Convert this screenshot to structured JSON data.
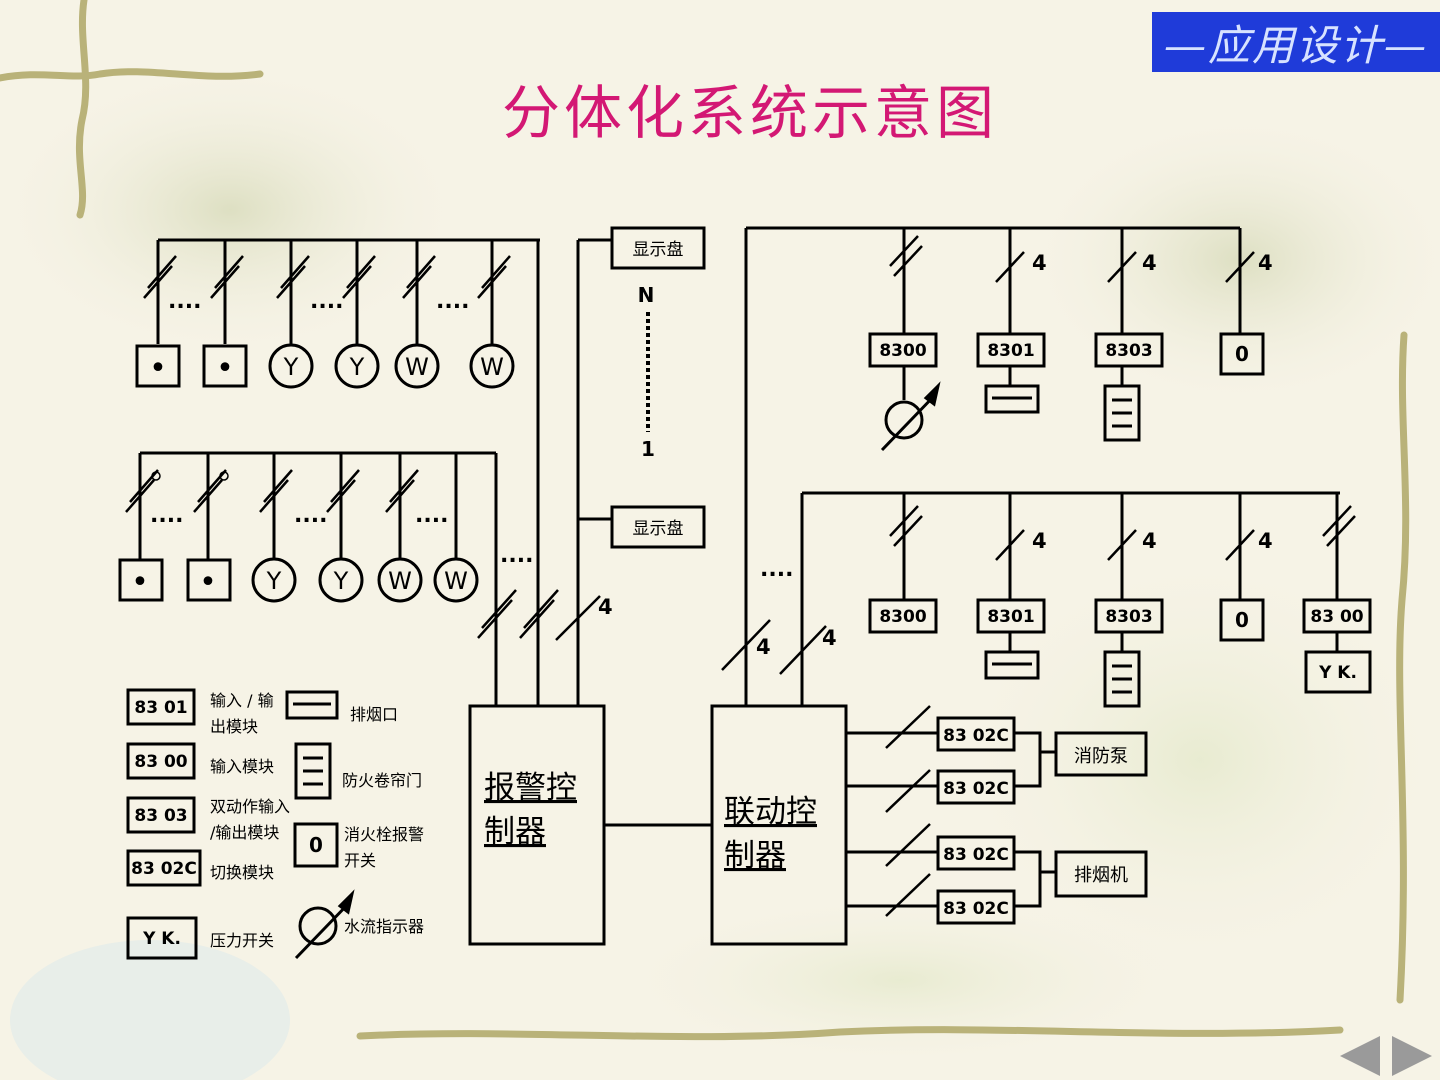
{
  "header": {
    "badge": "—应用设计—",
    "title": "分体化系统示意图"
  },
  "display_panel": "显示盘",
  "display_range": {
    "top": "N",
    "bottom": "1"
  },
  "device_glyphs": {
    "y": "Y",
    "w": "W",
    "dot": "•",
    "o": "0"
  },
  "controllers": {
    "alarm": "报警控制器",
    "alarm_lines": [
      "报警控",
      "制器"
    ],
    "linkage": "联动控制器",
    "linkage_lines": [
      "联动控",
      "制器"
    ]
  },
  "wire_count": "4",
  "ellipsis": "....",
  "modules": {
    "m8300": "8300",
    "m8301": "8301",
    "m8303": "8303",
    "m8300_sp": "83 00",
    "yk": "Y K.",
    "m8302c": "83 02C"
  },
  "outputs": {
    "pump": "消防泵",
    "fan": "排烟机"
  },
  "legend": [
    {
      "code": "83 01",
      "text": "输入 / 输出模块"
    },
    {
      "code": "83 00",
      "text": "输入模块"
    },
    {
      "code": "83 03",
      "text": "双动作输入/输出模块"
    },
    {
      "code": "83 02C",
      "text": "切换模块"
    },
    {
      "code": "Y K.",
      "text": "压力开关"
    },
    {
      "icon": "smoke-vent",
      "text": "排烟口"
    },
    {
      "icon": "fire-shutter",
      "text": "防火卷帘门"
    },
    {
      "icon": "hydrant",
      "text": "消火栓报警开关"
    },
    {
      "icon": "water-flow",
      "text": "水流指示器"
    }
  ],
  "legend_lines": {
    "io": [
      "输入 / 输",
      "出模块"
    ],
    "dual": [
      "双动作输入",
      "/输出模块"
    ],
    "hydrant": [
      "消火栓报警",
      "开关"
    ]
  },
  "colors": {
    "title": "#d31874",
    "badge": "#1f3bd9",
    "background": "#f6f3e6",
    "vine": "#b9b279"
  }
}
